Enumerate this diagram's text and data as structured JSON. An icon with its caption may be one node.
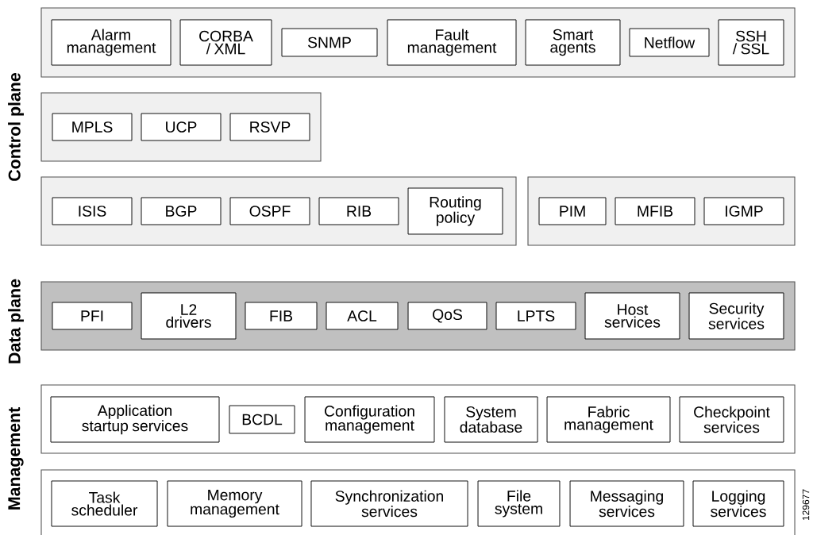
{
  "diagram": {
    "nodes": [
      {
        "text": [],
        "shape": "box"
      },
      {
        "text": [
          "Alarm management"
        ],
        "in": 0
      },
      {
        "text": [
          "CORBA / XML"
        ],
        "in": 0
      },
      {
        "text": [
          "SNMP"
        ],
        "in": 0
      },
      {
        "text": [
          "Fault management"
        ],
        "in": 0
      },
      {
        "text": [
          "Smart agents"
        ],
        "in": 0
      },
      {
        "text": [
          "Netflow"
        ],
        "in": 0
      },
      {
        "text": [
          "SSH / SSL"
        ],
        "in": 0
      },
      {
        "text": [],
        "shape": "box"
      },
      {
        "text": [
          "MPLS"
        ],
        "in": 8
      },
      {
        "text": [
          "UCP"
        ],
        "in": 8
      },
      {
        "text": [
          "RSVP"
        ],
        "in": 8
      },
      {
        "text": [],
        "shape": "box"
      },
      {
        "text": [
          "ISIS"
        ],
        "in": 12
      },
      {
        "text": [
          "BGP"
        ],
        "in": 12
      },
      {
        "text": [
          "OSPF"
        ],
        "in": 12
      },
      {
        "text": [
          "RIB"
        ],
        "in": 12
      },
      {
        "text": [
          "Routing policy"
        ],
        "in": 12
      },
      {
        "text": [],
        "shape": "box"
      },
      {
        "text": [
          "PIM"
        ],
        "in": 18
      },
      {
        "text": [
          "MFIB"
        ],
        "in": 18
      },
      {
        "text": [
          "IGMP"
        ],
        "in": 18
      },
      {
        "text": [],
        "shape": "box"
      },
      {
        "text": [
          "PFI"
        ],
        "in": 22
      },
      {
        "text": [
          "L2 drivers"
        ],
        "in": 22
      },
      {
        "text": [
          "FIB"
        ],
        "in": 22
      },
      {
        "text": [
          "ACL"
        ],
        "in": 22
      },
      {
        "text": [
          "QoS"
        ],
        "in": 22
      },
      {
        "text": [
          "LPTS"
        ],
        "in": 22
      },
      {
        "text": [
          "Host services"
        ],
        "in": 22
      },
      {
        "text": [
          "Security services"
        ],
        "in": 22
      },
      {
        "text": [],
        "shape": "box"
      },
      {
        "text": [
          "Application startup services"
        ],
        "in": 31
      },
      {
        "text": [
          "BCDL"
        ],
        "in": 31
      },
      {
        "text": [
          "Configuration management"
        ],
        "in": 31
      },
      {
        "text": [
          "System database"
        ],
        "in": 31
      },
      {
        "text": [
          "Fabric management"
        ],
        "in": 31
      },
      {
        "text": [
          "Checkpoint services"
        ],
        "in": 31
      },
      {
        "text": [],
        "shape": "box"
      },
      {
        "text": [
          "Task scheduler"
        ],
        "in": 38
      },
      {
        "text": [
          "Memory management"
        ],
        "in": 38
      },
      {
        "text": [
          "Synchronization services"
        ],
        "in": 38
      },
      {
        "text": [
          "File system"
        ],
        "in": 38
      },
      {
        "text": [
          "Messaging services"
        ],
        "in": 38
      },
      {
        "text": [
          "Logging services"
        ],
        "in": 38
      }
    ],
    "labels": [
      "Control plane",
      "Data plane",
      "Management",
      "129677"
    ]
  }
}
